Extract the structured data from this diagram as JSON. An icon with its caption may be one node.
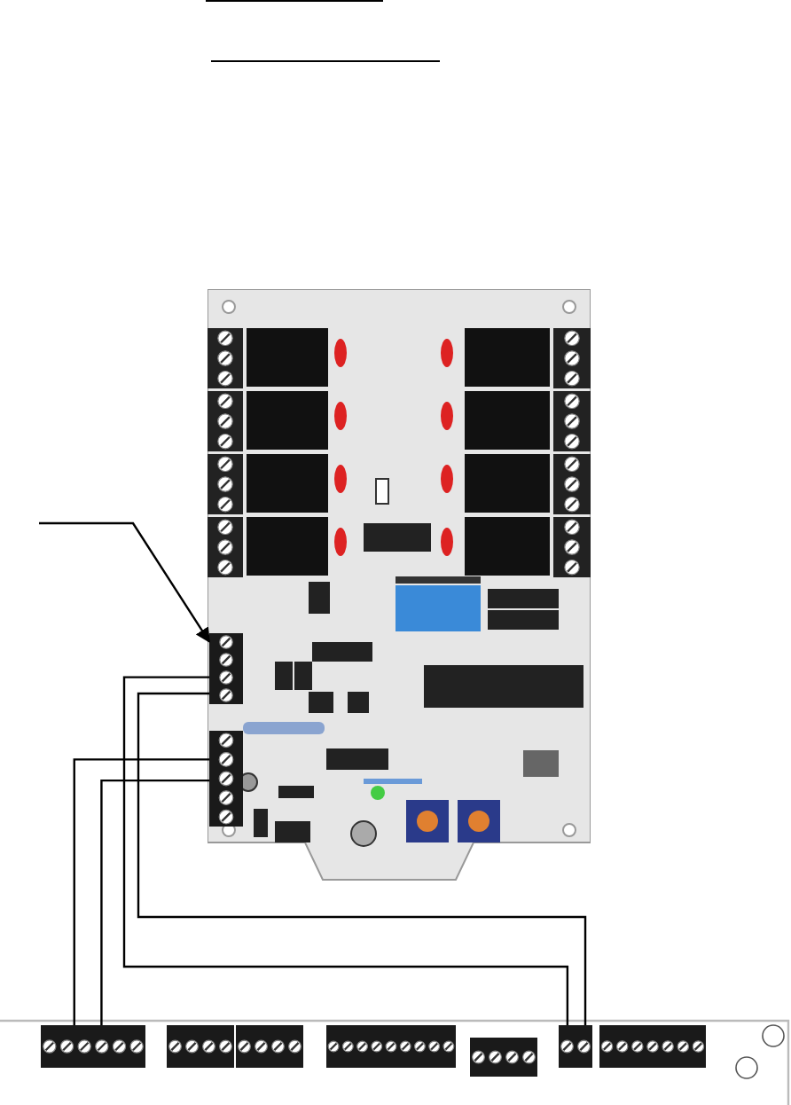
{
  "diagram": {
    "nodes": [
      {
        "text": [],
        "shape": "picture"
      },
      {
        "text": [],
        "shape": "bar",
        "in": 0
      },
      {
        "text": [],
        "shape": "bar",
        "in": 0
      },
      {
        "text": [],
        "shape": "bar"
      },
      {
        "text": [],
        "shape": "bar"
      },
      {
        "text": [],
        "shape": "bar"
      },
      {
        "text": [],
        "shape": "bar"
      },
      {
        "text": [],
        "shape": "bar"
      },
      {
        "text": [],
        "shape": "bar"
      },
      {
        "text": [],
        "shape": "bar"
      }
    ],
    "edges": [
      {
        "from": 2,
        "to": 3,
        "arrow": "none"
      },
      {
        "from": 2,
        "to": 3,
        "arrow": "none"
      },
      {
        "from": 1,
        "to": 8,
        "arrow": "none"
      },
      {
        "from": 1,
        "to": 8,
        "arrow": "none"
      },
      {
        "from": null,
        "to": 1,
        "arrow": "to"
      }
    ]
  }
}
